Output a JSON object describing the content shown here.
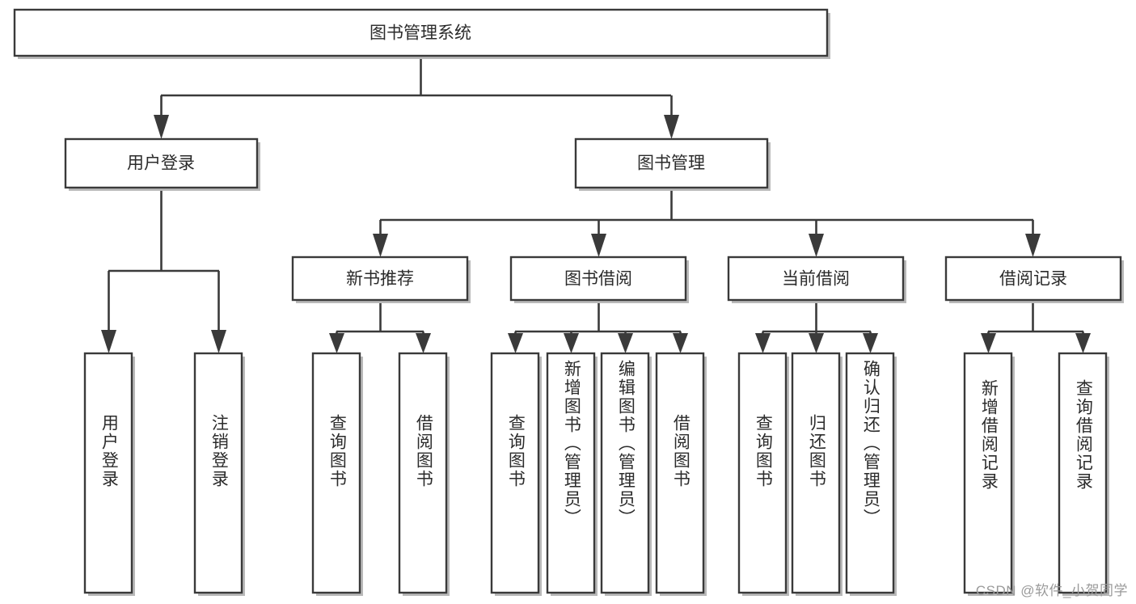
{
  "diagram": {
    "type": "tree",
    "title": "图书管理系统",
    "watermark": "CSDN @软件_小贺同学",
    "colors": {
      "box_stroke": "#3a3a3a",
      "box_fill": "#ffffff",
      "connector": "#3a3a3a",
      "text": "#2b2b2b",
      "watermark": "#9a9a9a",
      "background": "#ffffff"
    },
    "levels": {
      "root": {
        "label": "图书管理系统"
      },
      "level1": [
        {
          "label": "用户登录"
        },
        {
          "label": "图书管理"
        }
      ],
      "level2": [
        {
          "label": "新书推荐"
        },
        {
          "label": "图书借阅"
        },
        {
          "label": "当前借阅"
        },
        {
          "label": "借阅记录"
        }
      ],
      "leaves": {
        "user_login": [
          {
            "label": "用户登录"
          },
          {
            "label": "注销登录"
          }
        ],
        "new_book_recommend": [
          {
            "label": "查询图书"
          },
          {
            "label": "借阅图书"
          }
        ],
        "book_borrow": [
          {
            "label": "查询图书"
          },
          {
            "label": "新增图书（管理员）"
          },
          {
            "label": "编辑图书（管理员）"
          },
          {
            "label": "借阅图书"
          }
        ],
        "current_borrow": [
          {
            "label": "查询图书"
          },
          {
            "label": "归还图书"
          },
          {
            "label": "确认归还（管理员）"
          }
        ],
        "borrow_record": [
          {
            "label": "新增借阅记录"
          },
          {
            "label": "查询借阅记录"
          }
        ]
      }
    }
  }
}
